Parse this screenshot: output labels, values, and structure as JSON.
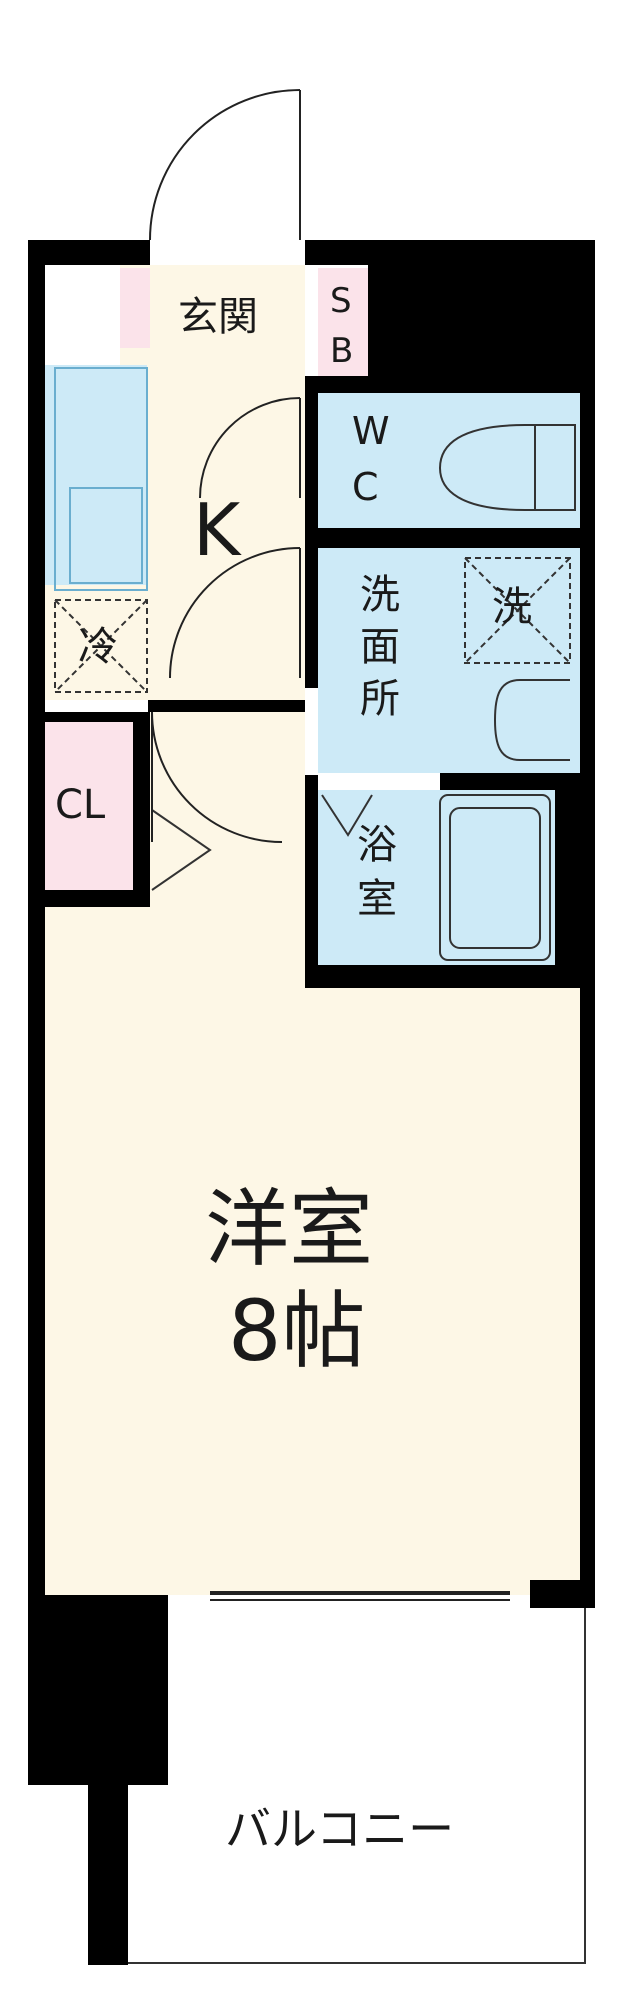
{
  "rooms": {
    "entrance": "玄関",
    "shoe_box_1": "S",
    "shoe_box_2": "B",
    "wc_1": "W",
    "wc_2": "C",
    "kitchen": "K",
    "fridge": "冷",
    "washroom_1": "洗",
    "washroom_2": "面",
    "washroom_3": "所",
    "washer": "洗",
    "closet": "CL",
    "bath_1": "浴",
    "bath_2": "室",
    "western_room_1": "洋室",
    "western_room_2": "8帖",
    "balcony": "バルコニー"
  },
  "colors": {
    "wall": "#000000",
    "wood_floor": "#fdf7e6",
    "water_area": "#cdeaf7",
    "closet": "#fbe3ea",
    "balcony": "#ffffff"
  }
}
